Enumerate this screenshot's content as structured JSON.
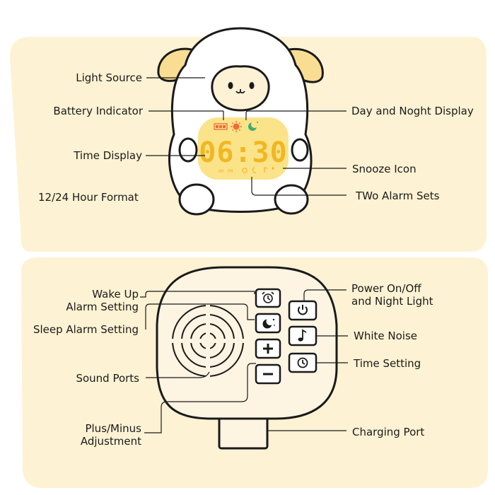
{
  "top_panel": {
    "labels": {
      "light_source": "Light Source",
      "battery_indicator": "Battery Indicator",
      "day_night_display": "Day and Noght Display",
      "time_display": "Time Display",
      "snooze_icon": "Snooze Icon",
      "hour_format": "12/24 Hour Format",
      "two_alarm_sets": "TWo Alarm Sets"
    },
    "screen": {
      "time": "06:30",
      "am": "AM",
      "pm": "PM"
    }
  },
  "bottom_panel": {
    "labels": {
      "wake_up_1": "Wake Up",
      "wake_up_2": "Alarm Setting",
      "sleep_alarm": "Sleep Alarm Setting",
      "sound_ports": "Sound Ports",
      "plus_minus_1": "Plus/Minus",
      "plus_minus_2": "Adjustment",
      "power_1": "Power On/Off",
      "power_2": "and Night Light",
      "white_noise": "White Noise",
      "time_setting": "Time Setting",
      "charging_port": "Charging Port"
    }
  },
  "colors": {
    "panel": "#fdf2d3",
    "device_body": "#fdf4e2",
    "screen": "#fbe38a",
    "screen_digits": "#f1b722",
    "ears": "#f8dd93",
    "moon": "#3fae70",
    "sun": "#ef6a3a",
    "outline": "#1a1a1a"
  }
}
